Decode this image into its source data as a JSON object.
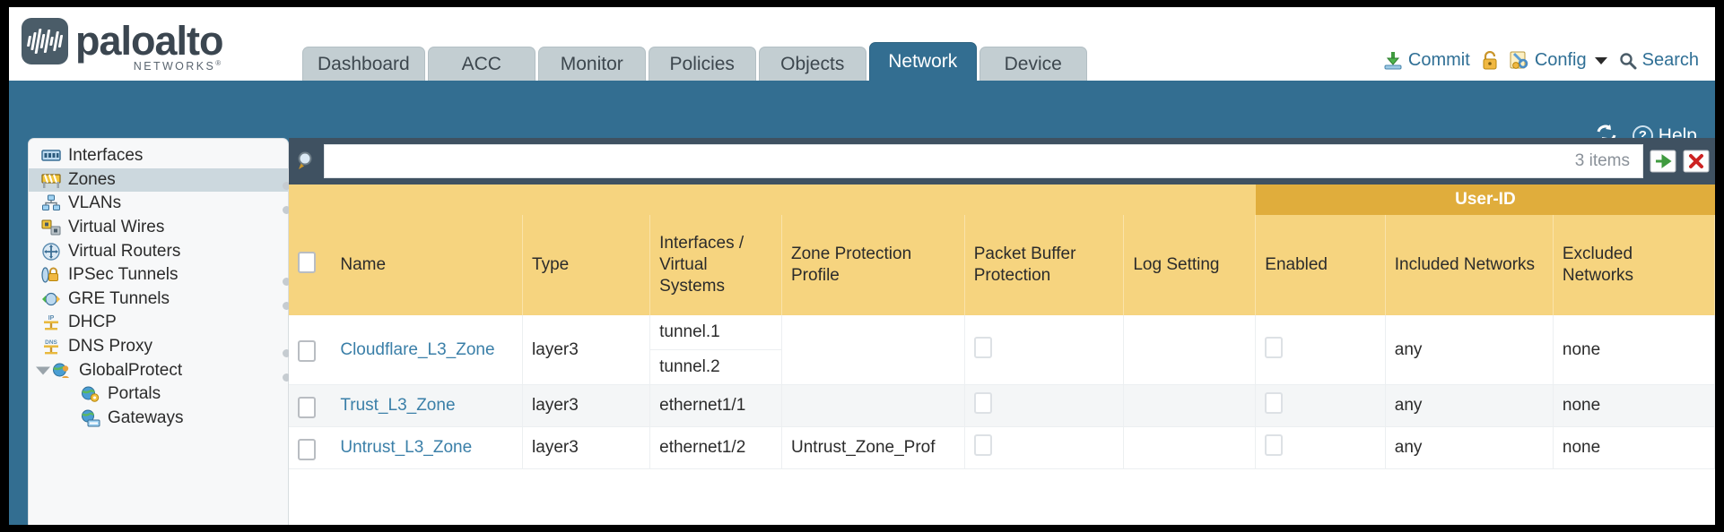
{
  "brand": {
    "name": "paloalto",
    "tagline": "NETWORKS",
    "registered": "®"
  },
  "tabs": [
    {
      "label": "Dashboard",
      "active": false
    },
    {
      "label": "ACC",
      "active": false
    },
    {
      "label": "Monitor",
      "active": false
    },
    {
      "label": "Policies",
      "active": false
    },
    {
      "label": "Objects",
      "active": false
    },
    {
      "label": "Network",
      "active": true
    },
    {
      "label": "Device",
      "active": false
    }
  ],
  "toolbar": {
    "commit_label": "Commit",
    "config_label": "Config",
    "search_label": "Search",
    "lock_icon": "lock-icon",
    "commit_icon": "commit-icon",
    "config_icon": "config-icon",
    "search_icon": "search-icon",
    "dropdown_icon": "chevron-down-icon"
  },
  "utilitybar": {
    "refresh_icon": "refresh-icon",
    "help_label": "Help",
    "help_icon": "help-icon"
  },
  "sidebar": {
    "items": [
      {
        "label": "Interfaces",
        "icon": "interfaces-icon",
        "selected": false,
        "child": false,
        "twisty": false,
        "dot": true
      },
      {
        "label": "Zones",
        "icon": "zones-icon",
        "selected": true,
        "child": false,
        "twisty": false,
        "dot": true
      },
      {
        "label": "VLANs",
        "icon": "vlans-icon",
        "selected": false,
        "child": false,
        "twisty": false,
        "dot": false
      },
      {
        "label": "Virtual Wires",
        "icon": "virtual-wires-icon",
        "selected": false,
        "child": false,
        "twisty": false,
        "dot": false
      },
      {
        "label": "Virtual Routers",
        "icon": "virtual-routers-icon",
        "selected": false,
        "child": false,
        "twisty": false,
        "dot": true
      },
      {
        "label": "IPSec Tunnels",
        "icon": "ipsec-tunnels-icon",
        "selected": false,
        "child": false,
        "twisty": false,
        "dot": true
      },
      {
        "label": "GRE Tunnels",
        "icon": "gre-tunnels-icon",
        "selected": false,
        "child": false,
        "twisty": false,
        "dot": false
      },
      {
        "label": "DHCP",
        "icon": "dhcp-icon",
        "selected": false,
        "child": false,
        "twisty": false,
        "dot": true
      },
      {
        "label": "DNS Proxy",
        "icon": "dns-proxy-icon",
        "selected": false,
        "child": false,
        "twisty": false,
        "dot": true
      },
      {
        "label": "GlobalProtect",
        "icon": "globalprotect-icon",
        "selected": false,
        "child": false,
        "twisty": true,
        "dot": false
      },
      {
        "label": "Portals",
        "icon": "portals-icon",
        "selected": false,
        "child": true,
        "twisty": false,
        "dot": false
      },
      {
        "label": "Gateways",
        "icon": "gateways-icon",
        "selected": false,
        "child": true,
        "twisty": false,
        "dot": false
      }
    ]
  },
  "search": {
    "value": "",
    "placeholder": "",
    "items_count": "3 items",
    "magnifier_icon": "search-icon",
    "apply_icon": "apply-filter-icon",
    "clear_icon": "clear-filter-icon"
  },
  "table": {
    "group_headers": [
      {
        "label": "User-ID",
        "span": 3
      }
    ],
    "columns": [
      "Name",
      "Type",
      "Interfaces / Virtual Systems",
      "Zone Protection Profile",
      "Packet Buffer Protection",
      "Log Setting",
      "Enabled",
      "Included Networks",
      "Excluded Networks"
    ],
    "rows": [
      {
        "selected": false,
        "name": "Cloudflare_L3_Zone",
        "type": "layer3",
        "interfaces": [
          "tunnel.1",
          "tunnel.2"
        ],
        "zone_protection_profile": "",
        "packet_buffer_protection": false,
        "log_setting": "",
        "userid_enabled": false,
        "included_networks": "any",
        "excluded_networks": "none"
      },
      {
        "selected": false,
        "name": "Trust_L3_Zone",
        "type": "layer3",
        "interfaces": [
          "ethernet1/1"
        ],
        "zone_protection_profile": "",
        "packet_buffer_protection": false,
        "log_setting": "",
        "userid_enabled": false,
        "included_networks": "any",
        "excluded_networks": "none"
      },
      {
        "selected": false,
        "name": "Untrust_L3_Zone",
        "type": "layer3",
        "interfaces": [
          "ethernet1/2"
        ],
        "zone_protection_profile": "Untrust_Zone_Prof",
        "packet_buffer_protection": false,
        "log_setting": "",
        "userid_enabled": false,
        "included_networks": "any",
        "excluded_networks": "none"
      }
    ]
  },
  "colors": {
    "brand_blue": "#336e91",
    "header_gold": "#f6d47f",
    "group_gold": "#e0ad3c",
    "link_blue": "#3a7fa8",
    "search_bar": "#3f5161"
  }
}
